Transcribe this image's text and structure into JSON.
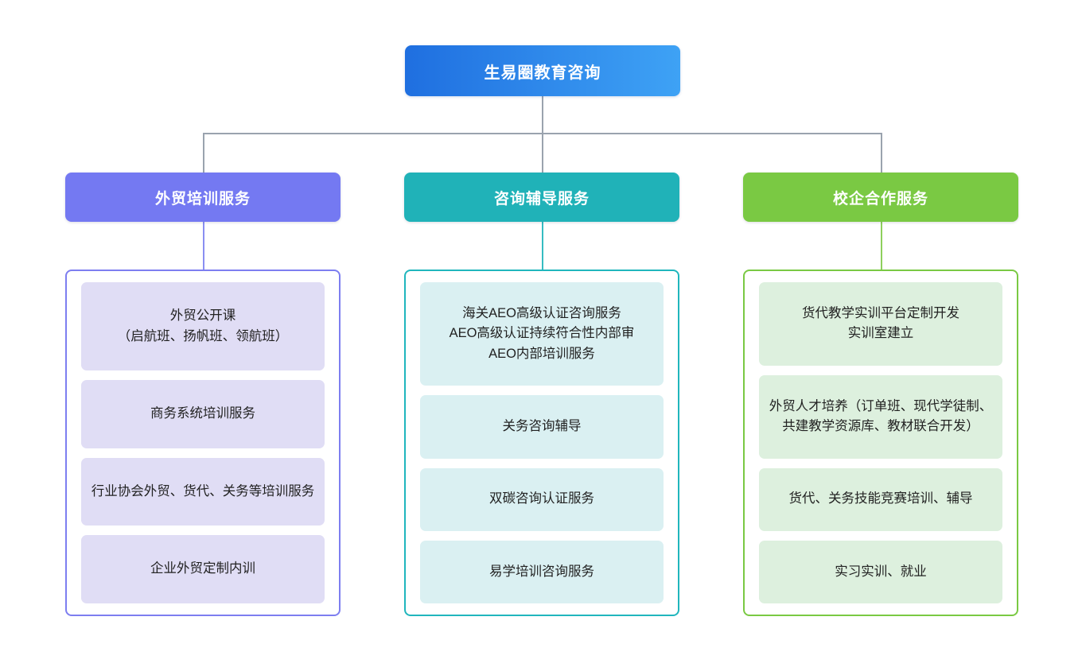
{
  "diagram": {
    "type": "organization-chart",
    "root": {
      "label": "生易圈教育咨询",
      "color_from": "#1f6fe0",
      "color_to": "#3ea2f5"
    },
    "branches": [
      {
        "label": "外贸培训服务",
        "header_color": "#7479f2",
        "border_color": "#7d7ef0",
        "item_color": "#e0ddf5",
        "items": [
          "外贸公开课\n（启航班、扬帆班、领航班）",
          "商务系统培训服务",
          "行业协会外贸、货代、关务等培训服务",
          "企业外贸定制内训"
        ]
      },
      {
        "label": "咨询辅导服务",
        "header_color": "#20b2b8",
        "border_color": "#20b6bd",
        "item_color": "#daf0f2",
        "items": [
          "海关AEO高级认证咨询服务\nAEO高级认证持续符合性内部审\nAEO内部培训服务",
          "关务咨询辅导",
          "双碳咨询认证服务",
          "易学培训咨询服务"
        ]
      },
      {
        "label": "校企合作服务",
        "header_color": "#7ac943",
        "border_color": "#7ac943",
        "item_color": "#ddf0de",
        "items": [
          "货代教学实训平台定制开发\n实训室建立",
          "外贸人才培养（订单班、现代学徒制、共建教学资源库、教材联合开发）",
          "货代、关务技能竞赛培训、辅导",
          "实习实训、就业"
        ]
      }
    ],
    "connector_color": "#9aa3ae"
  }
}
